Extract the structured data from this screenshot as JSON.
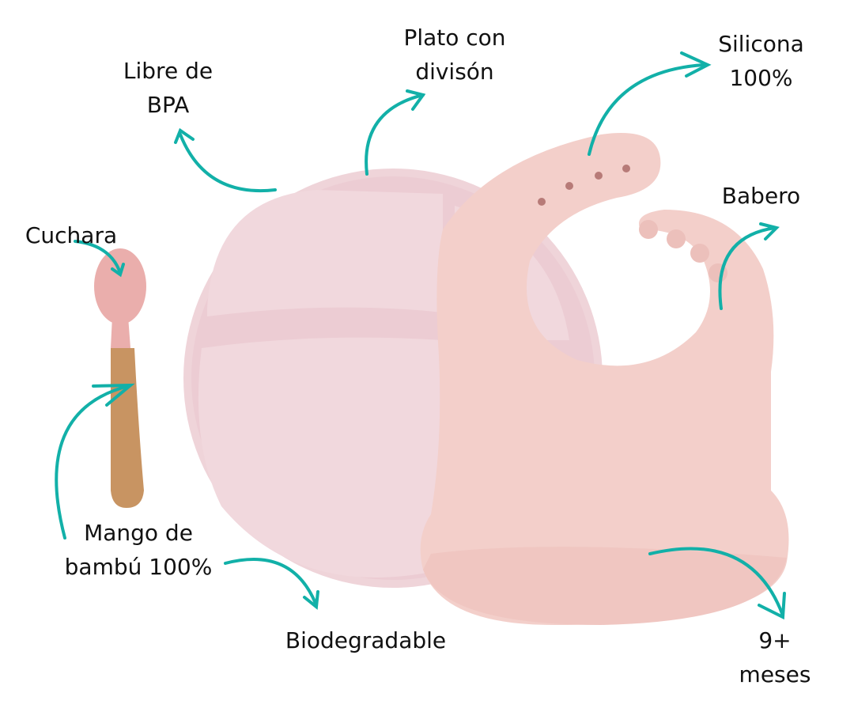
{
  "colors": {
    "arrow": "#12b0a8",
    "plate": "#efd4d9",
    "bib": "#f3cfca",
    "bamboo": "#c89462",
    "text": "#111111"
  },
  "labels": {
    "libre_bpa": [
      "Libre de",
      "BPA"
    ],
    "plato": [
      "Plato con",
      "divisón"
    ],
    "silicona": [
      "Silicona",
      "100%"
    ],
    "babero": "Babero",
    "cuchara": "Cuchara",
    "mango": [
      "Mango de",
      "bambú 100%"
    ],
    "biodegradable": "Biodegradable",
    "meses": [
      "9+",
      "meses"
    ]
  }
}
